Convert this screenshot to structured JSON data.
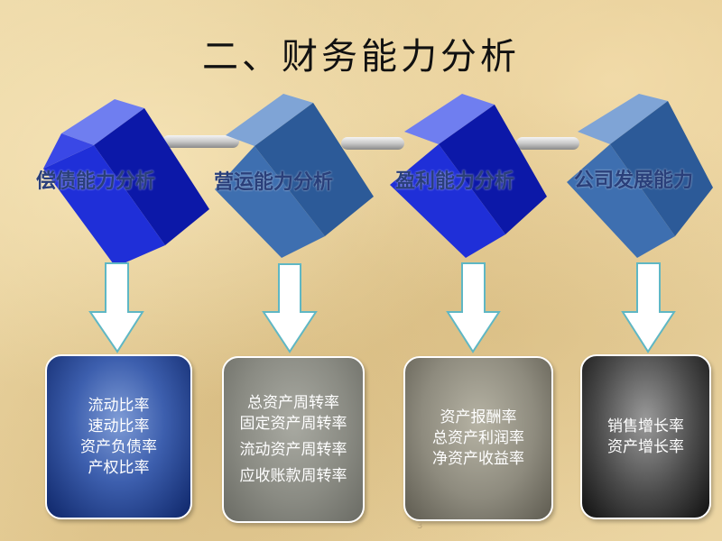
{
  "title": "二、财务能力分析",
  "categories": [
    {
      "label": "偿债能力分析",
      "items": [
        "流动比率",
        "速动比率",
        "资产负债率",
        "产权比率"
      ]
    },
    {
      "label": "营运能力分析",
      "items": [
        "总资产周转率",
        "固定资产周转率",
        "流动资产周转率",
        "应收账款周转率"
      ]
    },
    {
      "label": "盈利能力分析",
      "items": [
        "资产报酬率",
        "总资产利润率",
        "净资产收益率"
      ]
    },
    {
      "label": "公司发展能力",
      "items": [
        "销售增长率",
        "资产增长率"
      ]
    }
  ],
  "page_number": "3",
  "colors": {
    "cube_bright": "#1f2fd8",
    "cube_steel": "#3e6fb0",
    "label": "#2a3f7a"
  }
}
